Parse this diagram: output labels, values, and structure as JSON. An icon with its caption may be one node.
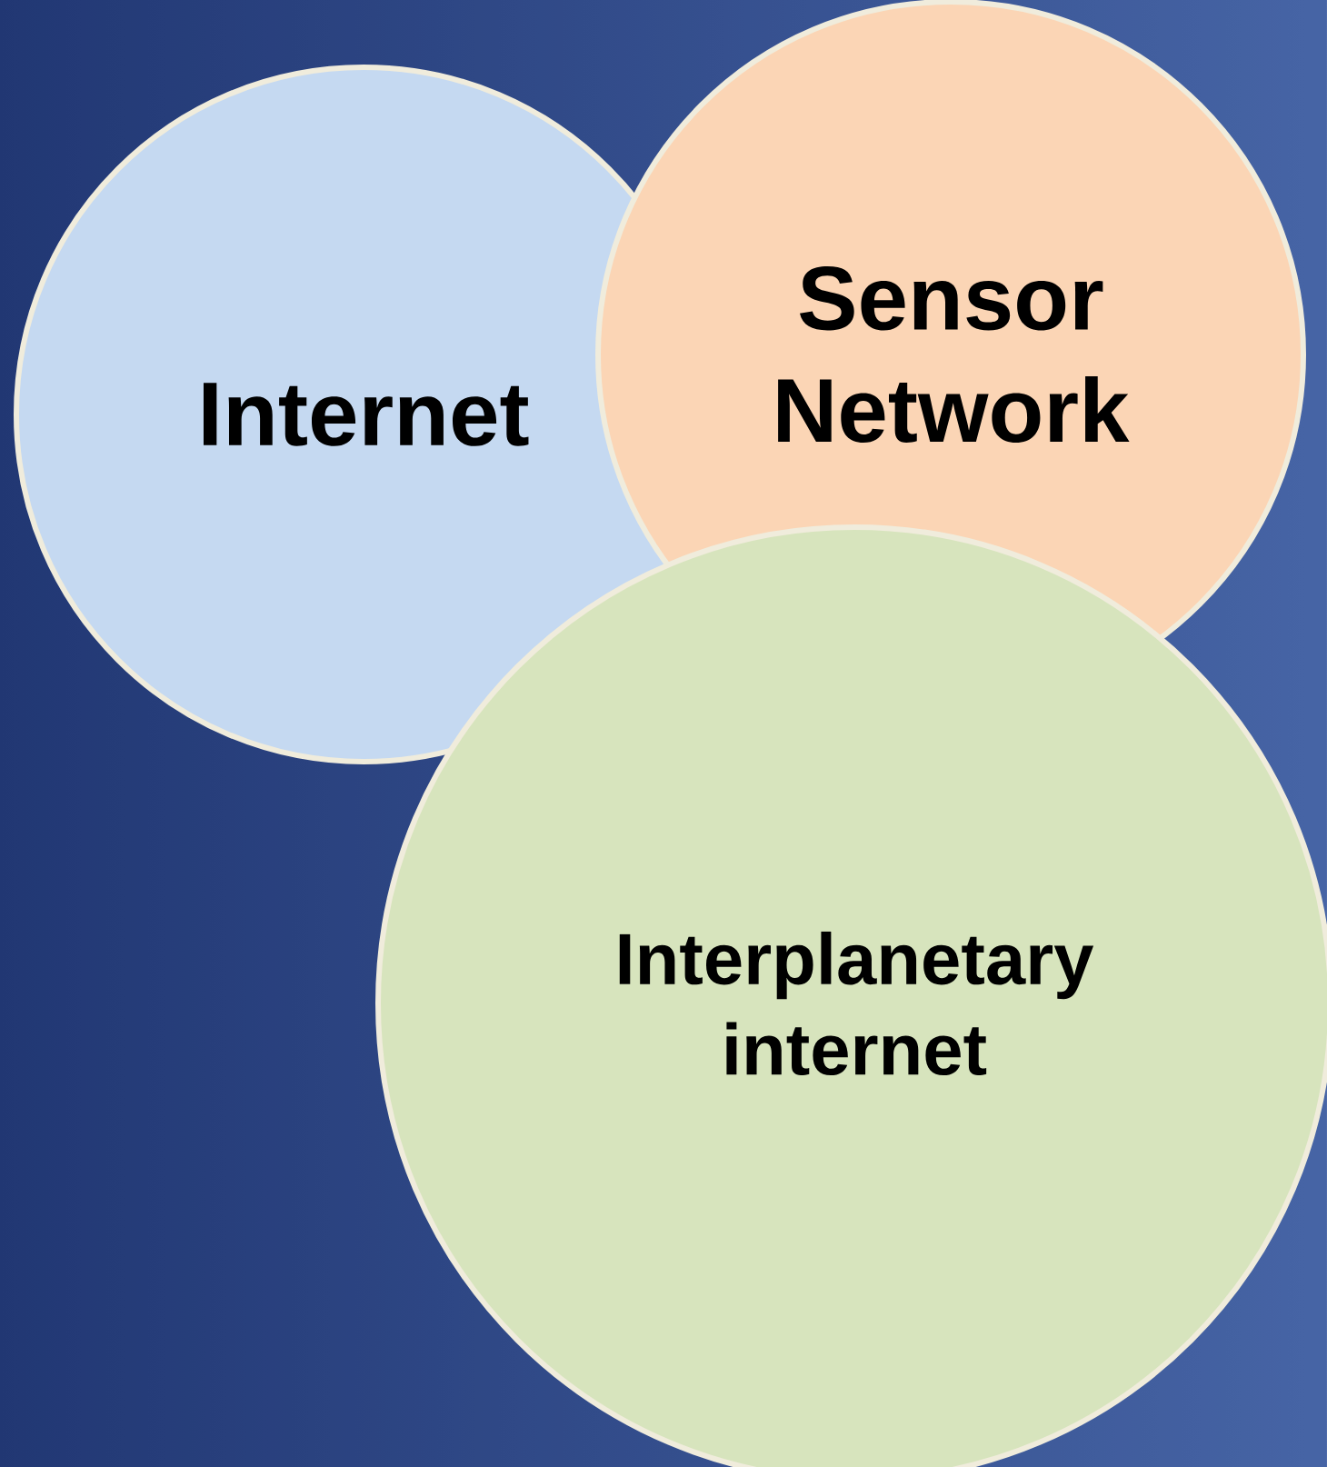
{
  "diagram": {
    "nodes": [
      {
        "text": [
          "Internet"
        ]
      },
      {
        "text": [
          "Sensor Network"
        ]
      },
      {
        "text": [
          "Interplanetary internet"
        ]
      }
    ]
  }
}
